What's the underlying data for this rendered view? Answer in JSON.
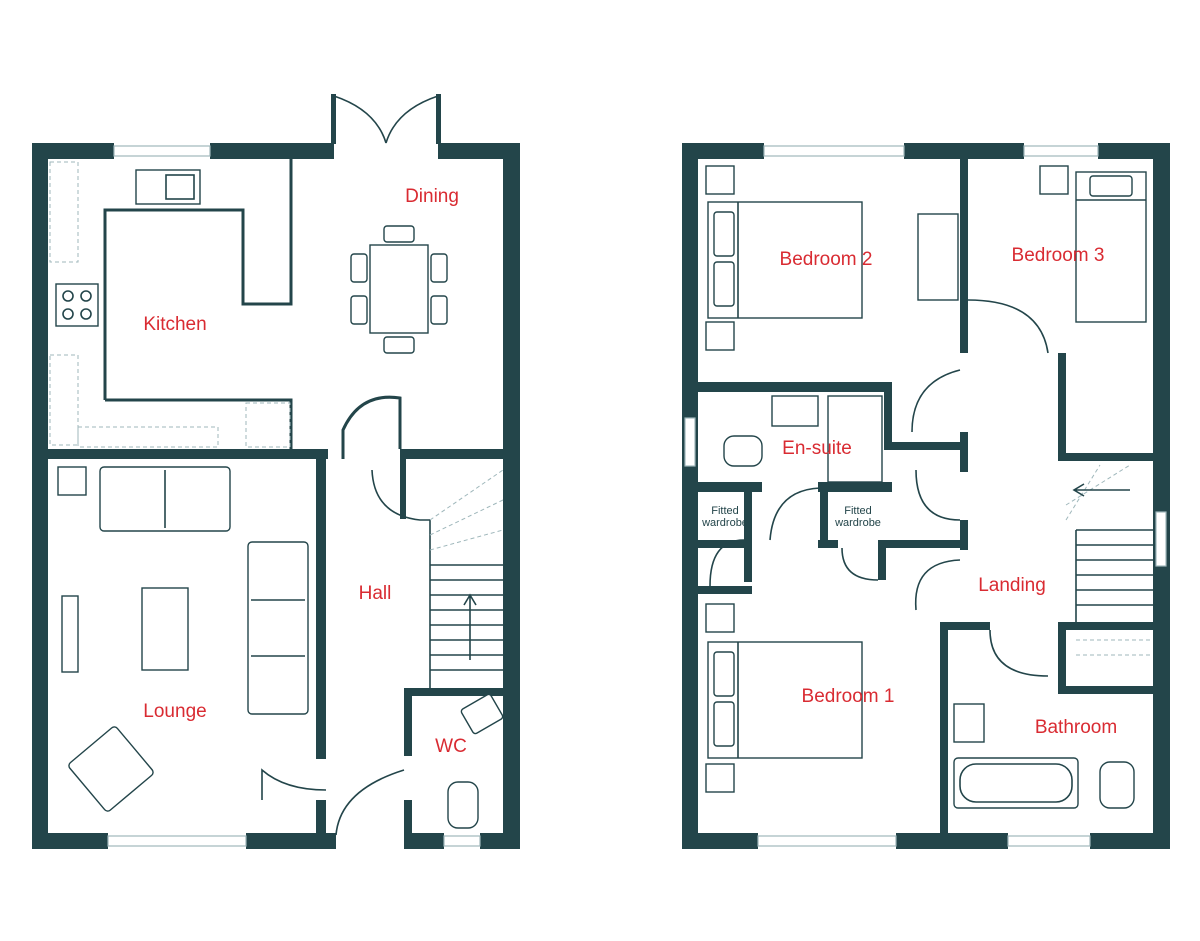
{
  "rooms": {
    "dining": "Dining",
    "kitchen": "Kitchen",
    "lounge": "Lounge",
    "hall": "Hall",
    "wc": "WC",
    "bedroom2": "Bedroom 2",
    "bedroom3": "Bedroom 3",
    "ensuite": "En-suite",
    "fitted1_line1": "Fitted",
    "fitted1_line2": "wardrobe",
    "fitted2_line1": "Fitted",
    "fitted2_line2": "wardrobe",
    "landing": "Landing",
    "bedroom1": "Bedroom 1",
    "bathroom": "Bathroom"
  },
  "colors": {
    "wall": "#23454a",
    "label": "#d92b32",
    "window": "#9fb7bb",
    "background": "#ffffff"
  }
}
